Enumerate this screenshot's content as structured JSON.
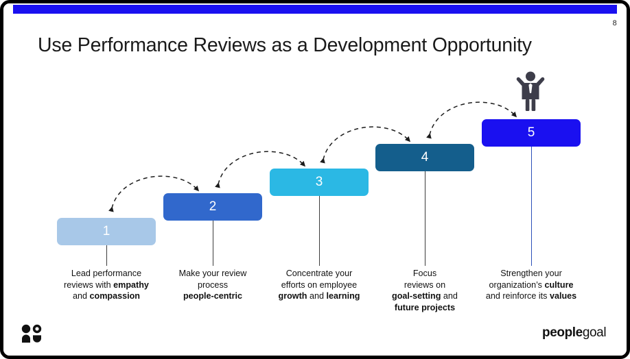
{
  "slide": {
    "page_number": "8",
    "title": "Use Performance Reviews as a Development Opportunity",
    "accent_color": "#1a10f0",
    "background_color": "#ffffff"
  },
  "steps": [
    {
      "number": "1",
      "color": "#a8c8e8",
      "caption_lines": [
        [
          {
            "text": "Lead performance",
            "bold": false
          }
        ],
        [
          {
            "text": "reviews with ",
            "bold": false
          },
          {
            "text": "empathy",
            "bold": true
          }
        ],
        [
          {
            "text": "and ",
            "bold": false
          },
          {
            "text": "compassion",
            "bold": true
          }
        ]
      ]
    },
    {
      "number": "2",
      "color": "#3168cc",
      "caption_lines": [
        [
          {
            "text": "Make your review",
            "bold": false
          }
        ],
        [
          {
            "text": "process",
            "bold": false
          }
        ],
        [
          {
            "text": "people-centric",
            "bold": true
          }
        ]
      ]
    },
    {
      "number": "3",
      "color": "#2bb8e4",
      "caption_lines": [
        [
          {
            "text": "Concentrate your",
            "bold": false
          }
        ],
        [
          {
            "text": "efforts on employee",
            "bold": false
          }
        ],
        [
          {
            "text": "growth",
            "bold": true
          },
          {
            "text": " and ",
            "bold": false
          },
          {
            "text": "learning",
            "bold": true
          }
        ]
      ]
    },
    {
      "number": "4",
      "color": "#145e8c",
      "caption_lines": [
        [
          {
            "text": "Focus",
            "bold": false
          }
        ],
        [
          {
            "text": "reviews on",
            "bold": false
          }
        ],
        [
          {
            "text": "goal-setting",
            "bold": true
          },
          {
            "text": " and",
            "bold": false
          }
        ],
        [
          {
            "text": "future projects",
            "bold": true
          }
        ]
      ]
    },
    {
      "number": "5",
      "color": "#1a10f0",
      "caption_lines": [
        [
          {
            "text": "Strengthen your",
            "bold": false
          }
        ],
        [
          {
            "text": "organization’s ",
            "bold": false
          },
          {
            "text": "culture",
            "bold": true
          }
        ],
        [
          {
            "text": "and reinforce its ",
            "bold": false
          },
          {
            "text": "values",
            "bold": true
          }
        ]
      ]
    }
  ],
  "icons": {
    "celebration_person": "celebrating-person-icon",
    "footer_mark": "people-grid-icon"
  },
  "brand": {
    "name_strong": "people",
    "name_light": "goal"
  }
}
